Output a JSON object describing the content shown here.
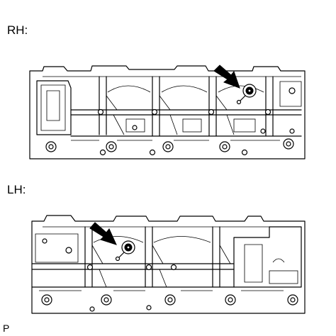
{
  "labels": {
    "rh": "RH:",
    "lh": "LH:",
    "code": "P"
  },
  "icons": {
    "arrow": "arrow-pointer-icon",
    "plug": "plug-location-icon"
  },
  "colors": {
    "line": "#000000",
    "background": "#ffffff"
  }
}
